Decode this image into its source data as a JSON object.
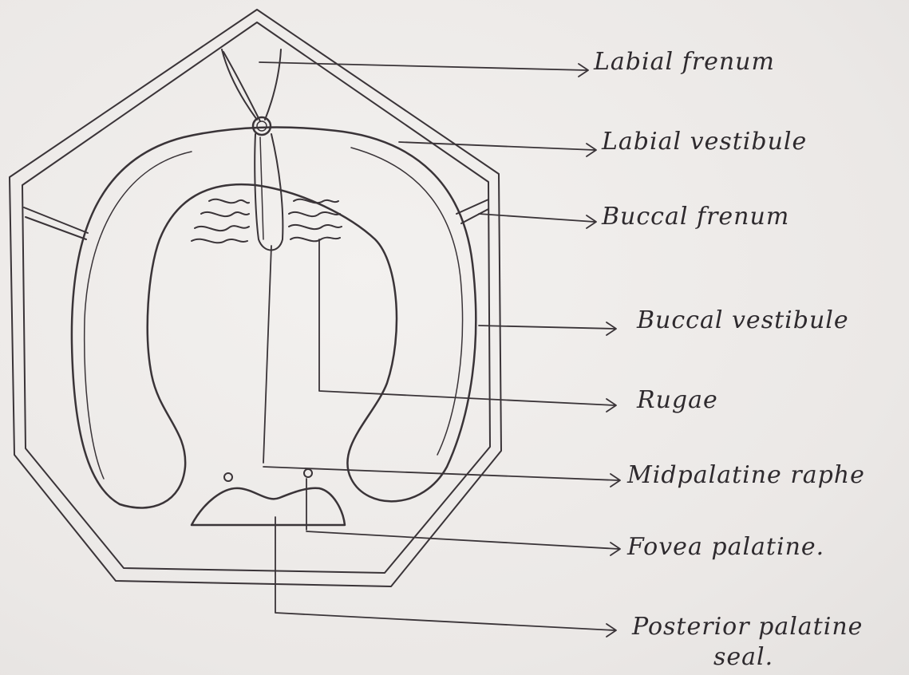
{
  "labels": {
    "labial_frenum": "Labial frenum",
    "labial_vestibule": "Labial vestibule",
    "buccal_frenum": "Buccal frenum",
    "buccal_vestibule": "Buccal vestibule",
    "rugae": "Rugae",
    "midpalatine_raphe": "Midpalatine raphe",
    "fovea_palatine": "Fovea palatine.",
    "posterior_palatine_seal_line1": "Posterior palatine",
    "posterior_palatine_seal_line2": "seal."
  },
  "colors": {
    "ink": "#3a3438",
    "paper": "#efedeb"
  }
}
